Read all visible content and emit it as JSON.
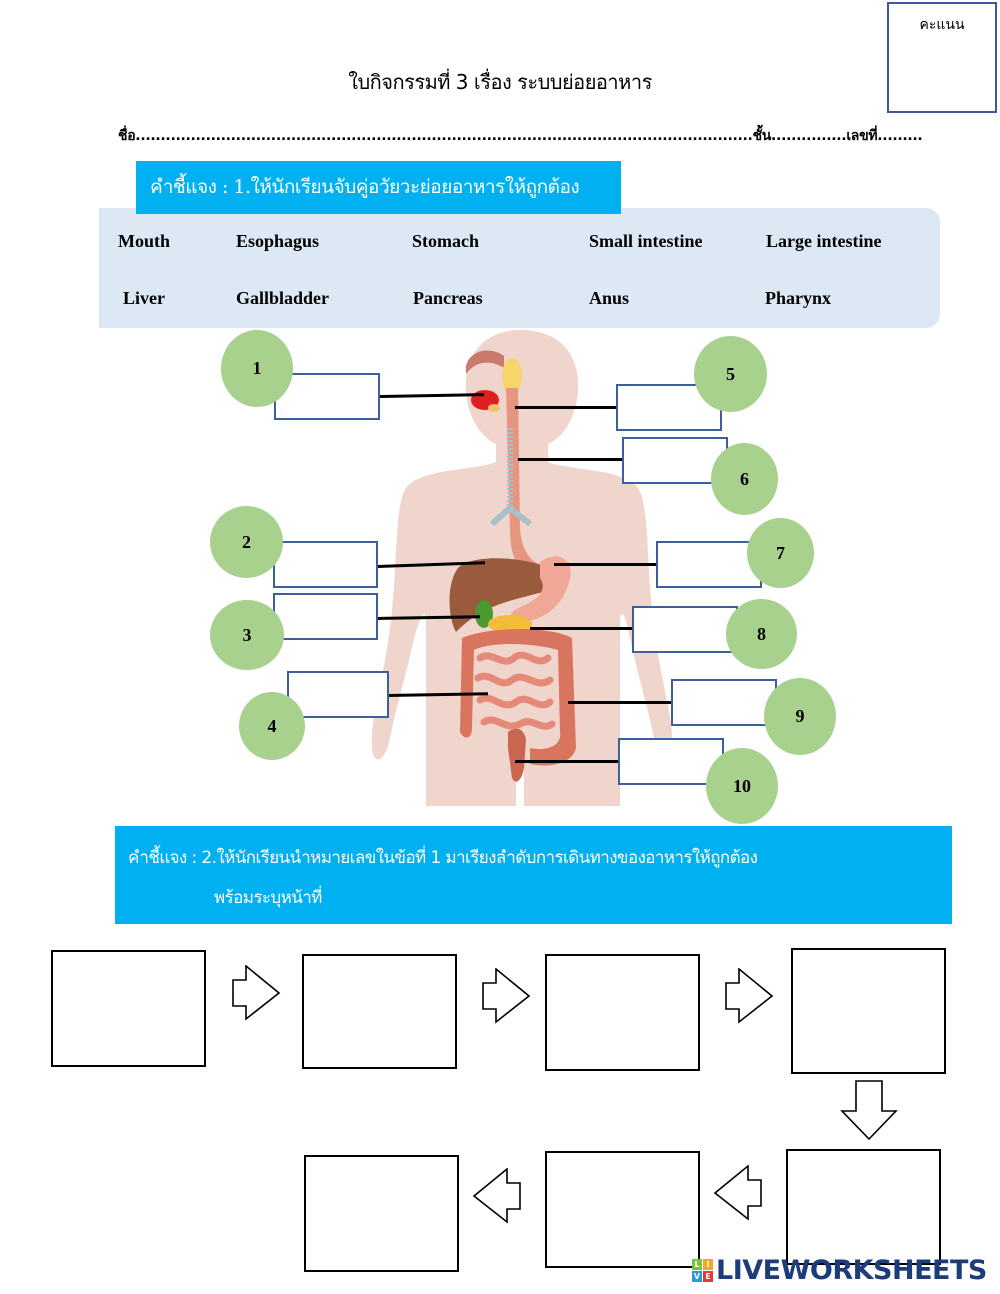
{
  "header": {
    "score_label": "คะแนน",
    "title": "ใบกิจกรรมที่ 3 เรื่อง ระบบย่อยอาหาร",
    "name_line": "ชื่อ...........................................................................................................................ชั้น...............เลขที่........."
  },
  "part1": {
    "instruction": "คำชี้แจง : 1.ให้นักเรียนจับคู่อวัยวะย่อยอาหารให้ถูกต้อง",
    "word_bank": [
      [
        "Mouth",
        "Esophagus",
        "Stomach",
        "Small intestine",
        "Large intestine"
      ],
      [
        "Liver",
        "Gallbladder",
        "Pancreas",
        "Anus",
        "Pharynx"
      ]
    ],
    "figure": "human-digestive-system-illustration",
    "labels": [
      {
        "number": "1",
        "answer": ""
      },
      {
        "number": "2",
        "answer": ""
      },
      {
        "number": "3",
        "answer": ""
      },
      {
        "number": "4",
        "answer": ""
      },
      {
        "number": "5",
        "answer": ""
      },
      {
        "number": "6",
        "answer": ""
      },
      {
        "number": "7",
        "answer": ""
      },
      {
        "number": "8",
        "answer": ""
      },
      {
        "number": "9",
        "answer": ""
      },
      {
        "number": "10",
        "answer": ""
      }
    ]
  },
  "part2": {
    "instruction_line1": "คำชี้แจง : 2.ให้นักเรียนนำหมายเลขในข้อที่ 1 มาเรียงลำดับการเดินทางของอาหารให้ถูกต้อง",
    "instruction_line2": "พร้อมระบุหน้าที่",
    "sequence_boxes": [
      "",
      "",
      "",
      "",
      "",
      "",
      ""
    ],
    "arrows": [
      "right",
      "right",
      "right",
      "down",
      "left",
      "left"
    ]
  },
  "footer": {
    "logo_text": "LIVEWORKSHEETS",
    "logo_tiles": [
      "L",
      "I",
      "V",
      "E"
    ],
    "tile_colors": [
      "#7cc242",
      "#f7a823",
      "#2e9ad6",
      "#e53935"
    ]
  },
  "colors": {
    "instruction_bg": "#00b0f0",
    "word_bank_bg": "#dce9f5",
    "circle_fill": "#a9d18e",
    "label_box_border": "#3e5f9e"
  }
}
